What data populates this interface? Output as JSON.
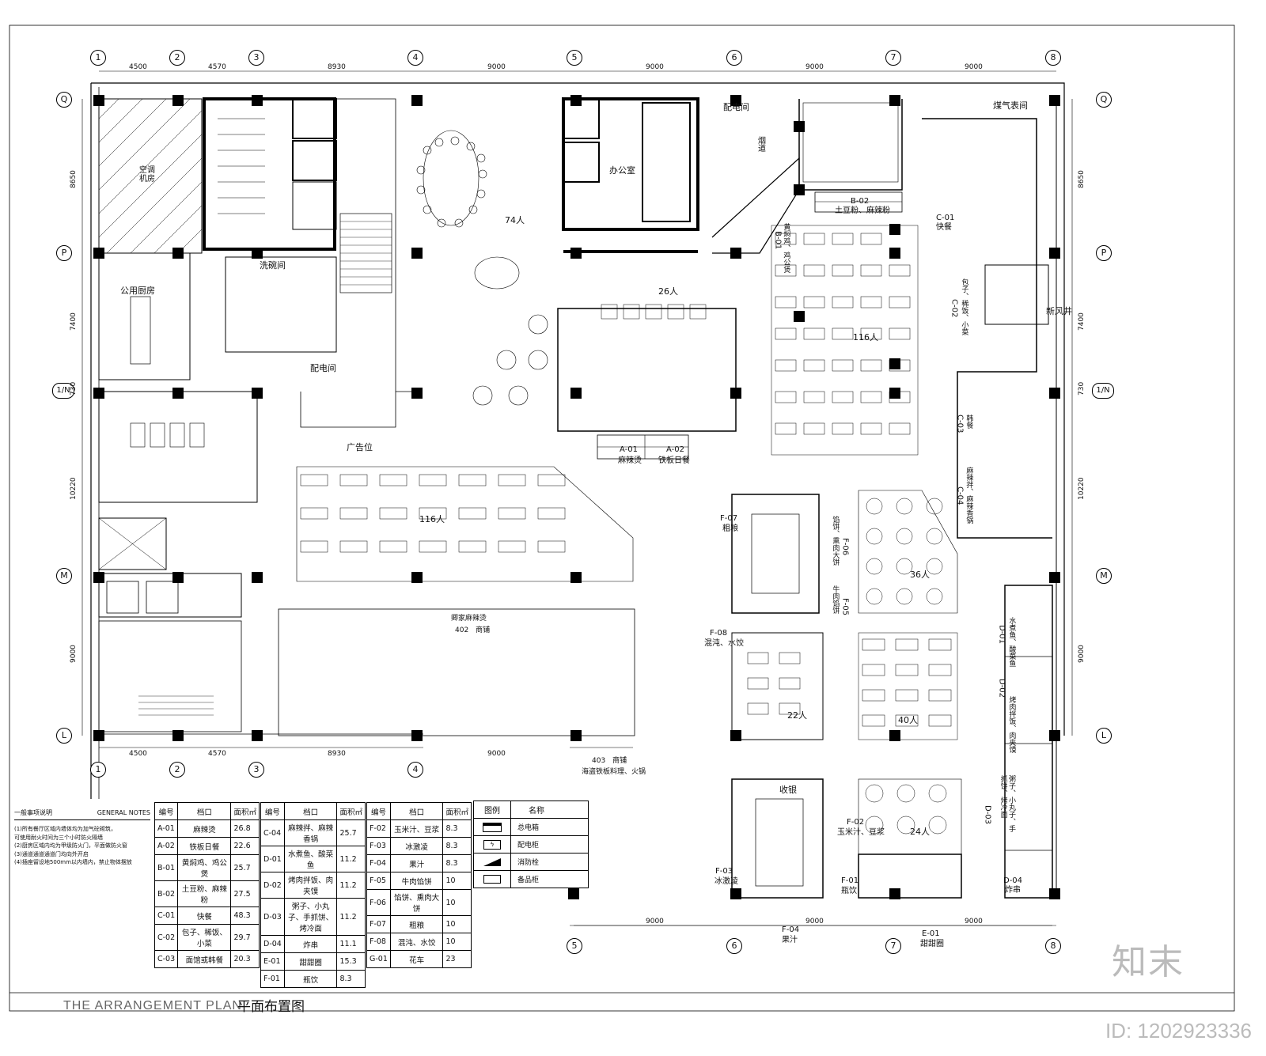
{
  "plan": {
    "title_en": "THE ARRANGEMENT PLAN",
    "title_cn": "平面布置图",
    "id_tag": "ID: 1202923336",
    "watermark": "知末"
  },
  "grid": {
    "cols": [
      "1",
      "2",
      "3",
      "4",
      "5",
      "6",
      "7",
      "8"
    ],
    "rows": [
      "Q",
      "P",
      "1/N",
      "M",
      "L"
    ],
    "col_dims": [
      "4500",
      "4570",
      "8930",
      "9000",
      "9000",
      "9000",
      "9000"
    ],
    "row_dims": [
      "8650",
      "7400",
      "10220",
      "9000"
    ],
    "row_sub": "730"
  },
  "rooms": {
    "ac_room": "空调机房",
    "public_kitchen": "公用厨房",
    "dish_room": "洗碗间",
    "power_room": "配电间",
    "power_room2": "配电间",
    "smoke_room": "烟道",
    "office": "办公室",
    "gas_meter": "煤气表间",
    "fresh_air": "新风井",
    "ad_space": "广告位",
    "cashier": "收银",
    "shop_402": "卿家麻辣烫",
    "shop_402_no": "402　商铺",
    "shop_403": "403　商铺",
    "shop_403_desc": "海盗铁板料理、火锅"
  },
  "seats": {
    "s74": "74人",
    "s26": "26人",
    "s116a": "116人",
    "s116b": "116人",
    "s36": "36人",
    "s22": "22人",
    "s40": "40人",
    "s24": "24人"
  },
  "stalls": {
    "a01": "A-01",
    "a01n": "麻辣烫",
    "a02": "A-02",
    "a02n": "铁板日餐",
    "b01": "B-01",
    "b01n": "黄焖鸡、鸡公煲",
    "b02": "B-02",
    "b02n": "土豆粉、麻辣粉",
    "c01": "C-01",
    "c01n": "快餐",
    "c02": "C-02",
    "c02n": "包子、稀饭、小菜",
    "c03": "C-03",
    "c03n": "韩餐",
    "c04": "C-04",
    "c04n": "麻辣拌、麻辣香锅",
    "d01": "D-01",
    "d01n": "水煮鱼、酸菜鱼",
    "d02": "D-02",
    "d02n": "烤肉拌饭、肉夹馍",
    "d03": "D-03",
    "d03n": "粥子、小丸子、手抓饼、烤冷面",
    "d04": "D-04",
    "d04n": "炸串",
    "e01": "E-01",
    "e01n": "甜甜圈",
    "f01": "F-01",
    "f01n": "瓶饮",
    "f02": "F-02",
    "f02n": "玉米汁、豆浆",
    "f03": "F-03",
    "f03n": "冰激凌",
    "f04": "F-04",
    "f04n": "果汁",
    "f05": "F-05",
    "f05n": "牛肉馅饼",
    "f06": "F-06",
    "f06n": "馅饼、熏肉大饼",
    "f07": "F-07",
    "f07n": "粗粮",
    "f08": "F-08",
    "f08n": "混沌、水饺"
  },
  "schedule": {
    "headers": [
      "编号",
      "档口",
      "面积㎡"
    ],
    "col1": [
      [
        "A-01",
        "麻辣烫",
        "26.8"
      ],
      [
        "A-02",
        "铁板日餐",
        "22.6"
      ],
      [
        "B-01",
        "黄焖鸡、鸡公煲",
        "25.7"
      ],
      [
        "B-02",
        "土豆粉、麻辣粉",
        "27.5"
      ],
      [
        "C-01",
        "快餐",
        "48.3"
      ],
      [
        "C-02",
        "包子、稀饭、小菜",
        "29.7"
      ],
      [
        "C-03",
        "面馆或韩餐",
        "20.3"
      ]
    ],
    "col2": [
      [
        "C-04",
        "麻辣拌、麻辣香锅",
        "25.7"
      ],
      [
        "D-01",
        "水煮鱼、酸菜鱼",
        "11.2"
      ],
      [
        "D-02",
        "烤肉拌饭、肉夹馍",
        "11.2"
      ],
      [
        "D-03",
        "粥子、小丸子、手抓饼、烤冷面",
        "11.2"
      ],
      [
        "D-04",
        "炸串",
        "11.1"
      ],
      [
        "E-01",
        "甜甜圈",
        "15.3"
      ],
      [
        "F-01",
        "瓶饮",
        "8.3"
      ]
    ],
    "col3": [
      [
        "F-02",
        "玉米汁、豆浆",
        "8.3"
      ],
      [
        "F-03",
        "冰激凌",
        "8.3"
      ],
      [
        "F-04",
        "果汁",
        "8.3"
      ],
      [
        "F-05",
        "牛肉馅饼",
        "10"
      ],
      [
        "F-06",
        "馅饼、熏肉大饼",
        "10"
      ],
      [
        "F-07",
        "粗粮",
        "10"
      ],
      [
        "F-08",
        "混沌、水饺",
        "10"
      ],
      [
        "G-01",
        "花车",
        "23"
      ]
    ]
  },
  "legend": {
    "h_symbol": "图例",
    "h_name": "名称",
    "items": [
      "总电箱",
      "配电柜",
      "消防栓",
      "备品柜"
    ]
  },
  "notes": {
    "title_cn": "一般事项说明",
    "title_en": "GENERAL NOTES",
    "lines": [
      "(1)所有餐厅区域内墙体均为加气砼砌筑，",
      "   可使用耐火时间为三个小时防火隔墙",
      "(2)厨房区域内均为甲级防火门，平面做防火窗",
      "(3)通道通道通道门均向外开启",
      "(4)插座留设地500mm以内墙内，禁止物体摆放"
    ]
  }
}
